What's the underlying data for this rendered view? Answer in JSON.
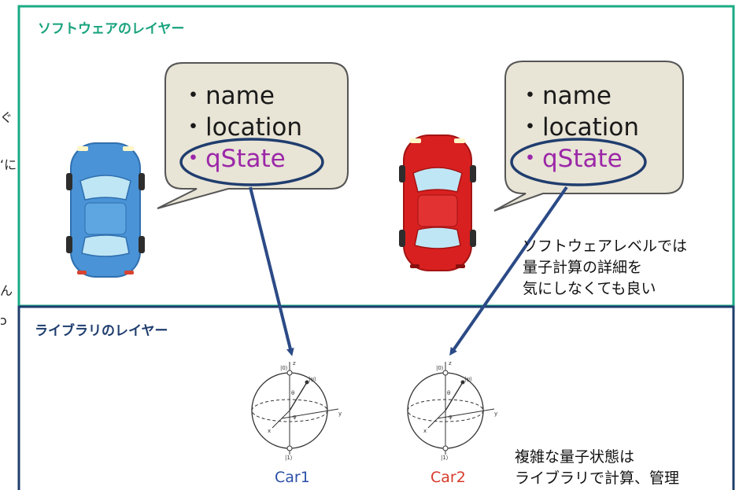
{
  "colors": {
    "software_border": "#1aab84",
    "library_border": "#1f3d6e",
    "title_green": "#19a37e",
    "title_blue": "#1f3d6e",
    "bubble_fill": "#e8e4d6",
    "bubble_border": "#555555",
    "qstate_purple": "#9c27a8",
    "ellipse_blue": "#1f3d6e",
    "arrow_blue": "#2b4a86",
    "car1_label": "#2b4fa8",
    "car2_label": "#d83a2a"
  },
  "software_layer": {
    "title": "ソフトウェアのレイヤー",
    "note_lines": [
      "ソフトウェアレベルでは",
      "量子計算の詳細を",
      "気にしなくても良い"
    ]
  },
  "library_layer": {
    "title": "ライブラリのレイヤー",
    "note_lines": [
      "複雑な量子状態は",
      "ライブラリで計算、管理"
    ]
  },
  "bubbles": [
    {
      "car": "blue",
      "lines": [
        "・name",
        "・location"
      ],
      "highlight": "・qState"
    },
    {
      "car": "red",
      "lines": [
        "・name",
        "・location"
      ],
      "highlight": "・qState"
    }
  ],
  "bloch_spheres": [
    {
      "label": "Car1",
      "ket0": "|0⟩",
      "ket1": "|1⟩",
      "psi": "|ψ⟩",
      "theta": "θ",
      "phi": "φ",
      "z": "z",
      "x": "x",
      "y": "y"
    },
    {
      "label": "Car2",
      "ket0": "|0⟩",
      "ket1": "|1⟩",
      "psi": "|ψ⟩",
      "theta": "θ",
      "phi": "φ",
      "z": "z",
      "x": "x",
      "y": "y"
    }
  ],
  "cropped_left_edge_chars": [
    "ぐ",
    "ʻに",
    "ん",
    "ɔ"
  ]
}
